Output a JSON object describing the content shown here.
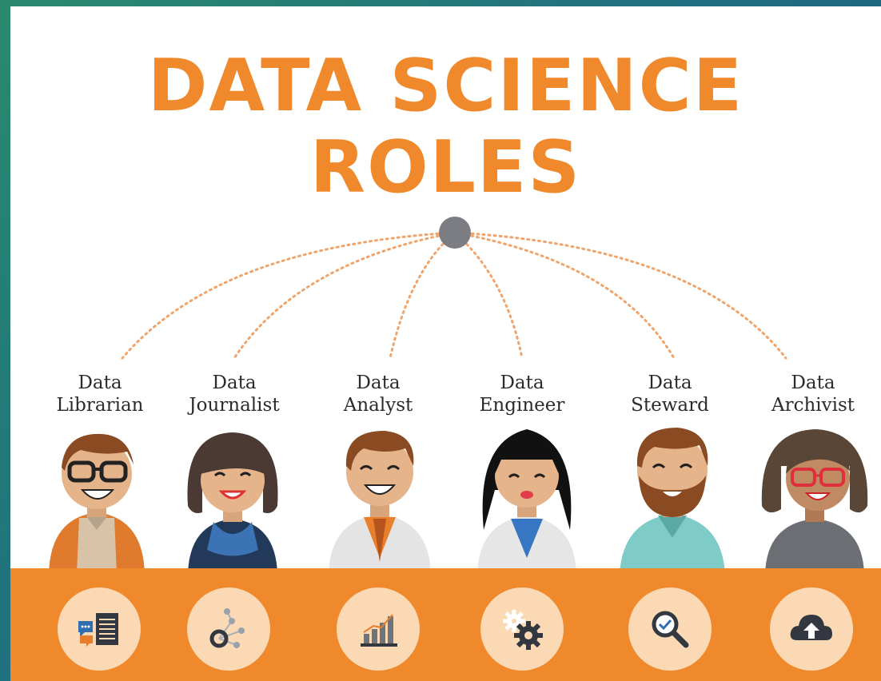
{
  "title": {
    "line1": "DATA SCIENCE",
    "line2": "ROLES"
  },
  "colors": {
    "accent": "#f0892b",
    "hub": "#7b7d82",
    "badge": "#fbd9b5",
    "icon": "#333840"
  },
  "roles": [
    {
      "line1": "Data",
      "line2": "Librarian",
      "icon": "chat-document-icon"
    },
    {
      "line1": "Data",
      "line2": "Journalist",
      "icon": "network-nodes-icon"
    },
    {
      "line1": "Data",
      "line2": "Analyst",
      "icon": "bar-chart-icon"
    },
    {
      "line1": "Data",
      "line2": "Engineer",
      "icon": "gears-icon"
    },
    {
      "line1": "Data",
      "line2": "Steward",
      "icon": "magnifier-check-icon"
    },
    {
      "line1": "Data",
      "line2": "Archivist",
      "icon": "cloud-upload-icon"
    }
  ]
}
